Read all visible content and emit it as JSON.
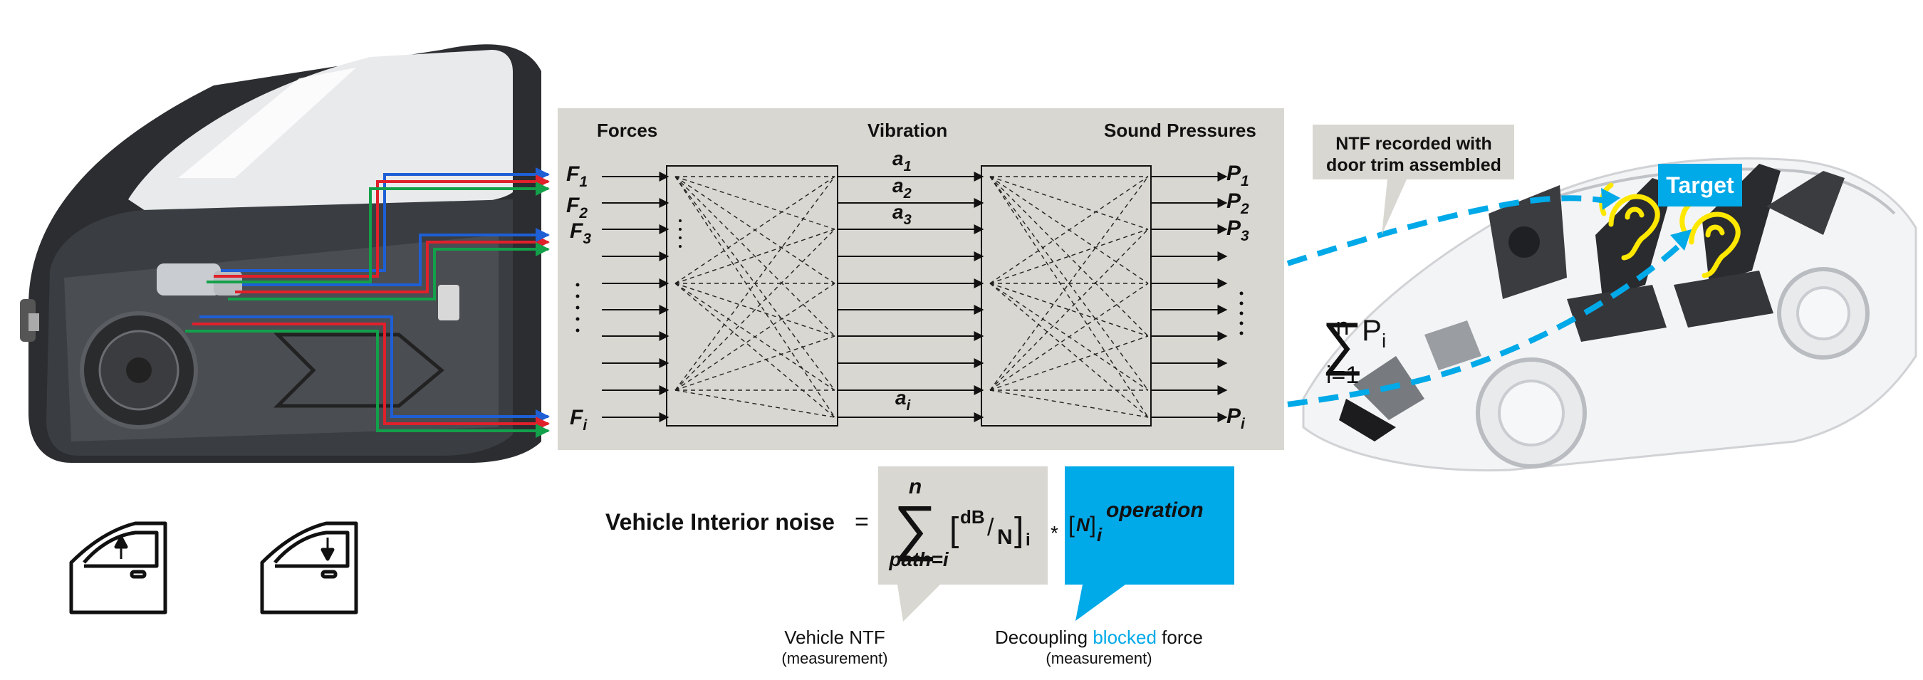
{
  "matrix": {
    "header_forces": "Forces",
    "header_vibration": "Vibration",
    "header_sound": "Sound Pressures",
    "forces": [
      {
        "base": "F",
        "sub": "1"
      },
      {
        "base": "F",
        "sub": "2"
      },
      {
        "base": "F",
        "sub": "3"
      },
      {
        "base": "F",
        "sub": "i"
      }
    ],
    "vibrations": [
      {
        "base": "a",
        "sub": "1"
      },
      {
        "base": "a",
        "sub": "2"
      },
      {
        "base": "a",
        "sub": "3"
      },
      {
        "base": "a",
        "sub": "i"
      }
    ],
    "pressures": [
      {
        "base": "P",
        "sub": "1"
      },
      {
        "base": "P",
        "sub": "2"
      },
      {
        "base": "P",
        "sub": "3"
      },
      {
        "base": "P",
        "sub": "i"
      }
    ]
  },
  "callout_ntf": {
    "line1": "NTF recorded with",
    "line2": "door trim assembled"
  },
  "target_label": "Target",
  "sum_formula": {
    "upper": "n",
    "term": "P",
    "sub": "i",
    "lower": "i=1"
  },
  "equation": {
    "lhs": "Vehicle Interior noise",
    "equals": "=",
    "sum_upper": "n",
    "sum_lower": "path=i",
    "ntf_num": "dB",
    "ntf_slash": "/",
    "ntf_den": "N",
    "ntf_sub": "i",
    "times": "*",
    "force_unit": "N",
    "force_sub": "i",
    "force_sup": "operation"
  },
  "caption_ntf": {
    "line1": "Vehicle NTF",
    "line2": "(measurement)"
  },
  "caption_force": {
    "pre": "Decoupling ",
    "highlight": "blocked",
    "post": " force",
    "line2": "(measurement)"
  },
  "colors": {
    "panel_gray": "#d9d7d1",
    "accent_blue": "#00a9e8",
    "wire_red": "#e0202a",
    "wire_green": "#13a04a",
    "wire_blue": "#1e5fd6",
    "ear_yellow": "#ffe800"
  }
}
